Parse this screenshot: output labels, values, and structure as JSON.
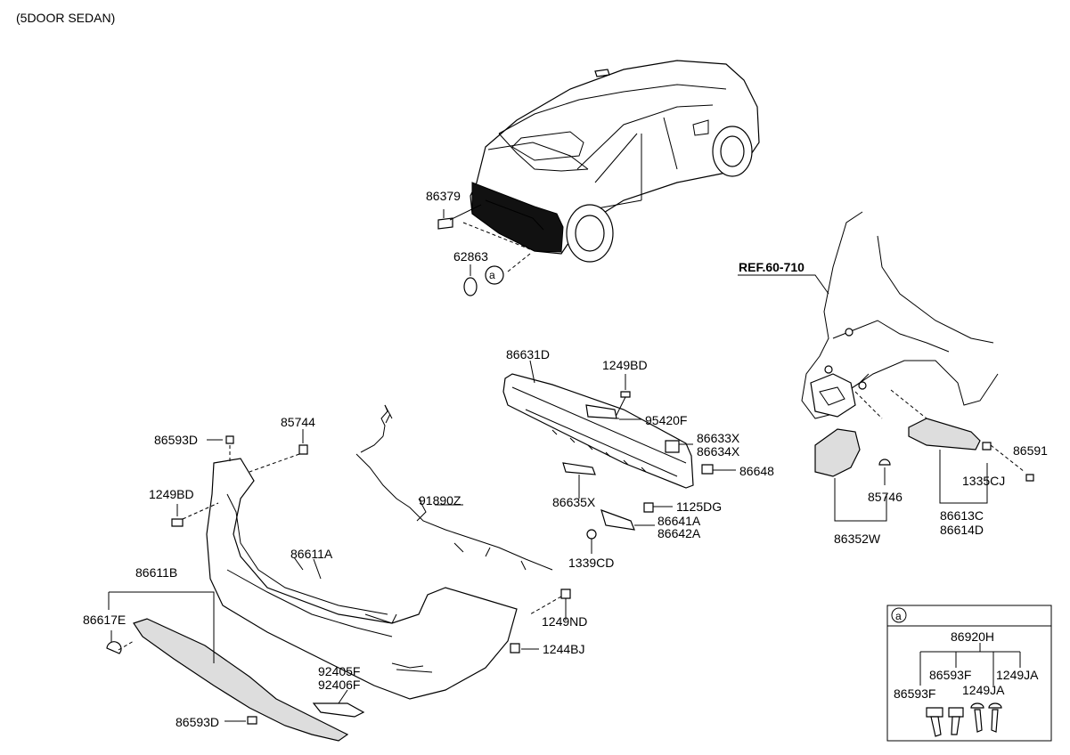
{
  "header": {
    "title": "(5DOOR SEDAN)"
  },
  "reference": {
    "label": "REF.60-710"
  },
  "labels": {
    "p86379": "86379",
    "p62863": "62863",
    "p86631D": "86631D",
    "p1249BD_top": "1249BD",
    "p95420F": "95420F",
    "p86633X": "86633X",
    "p86634X": "86634X",
    "p86648": "86648",
    "p86635X": "86635X",
    "p1125DG": "1125DG",
    "p86641A": "86641A",
    "p86642A": "86642A",
    "p1339CD": "1339CD",
    "p86593D_top": "86593D",
    "p85744": "85744",
    "p1249BD_left": "1249BD",
    "p91890Z": "91890Z",
    "p86611A": "86611A",
    "p86611B": "86611B",
    "p86617E": "86617E",
    "p1249ND": "1249ND",
    "p1244BJ": "1244BJ",
    "p92405F": "92405F",
    "p92406F": "92406F",
    "p86593D_bot": "86593D",
    "p85746": "85746",
    "p86352W": "86352W",
    "p1335CJ": "1335CJ",
    "p86613C": "86613C",
    "p86614D": "86614D",
    "p86591": "86591"
  },
  "callout": {
    "marker": "a",
    "inset_marker": "a",
    "inset_title": "86920H",
    "i86593F_a": "86593F",
    "i86593F_b": "86593F",
    "i1249JA_a": "1249JA",
    "i1249JA_b": "1249JA"
  }
}
